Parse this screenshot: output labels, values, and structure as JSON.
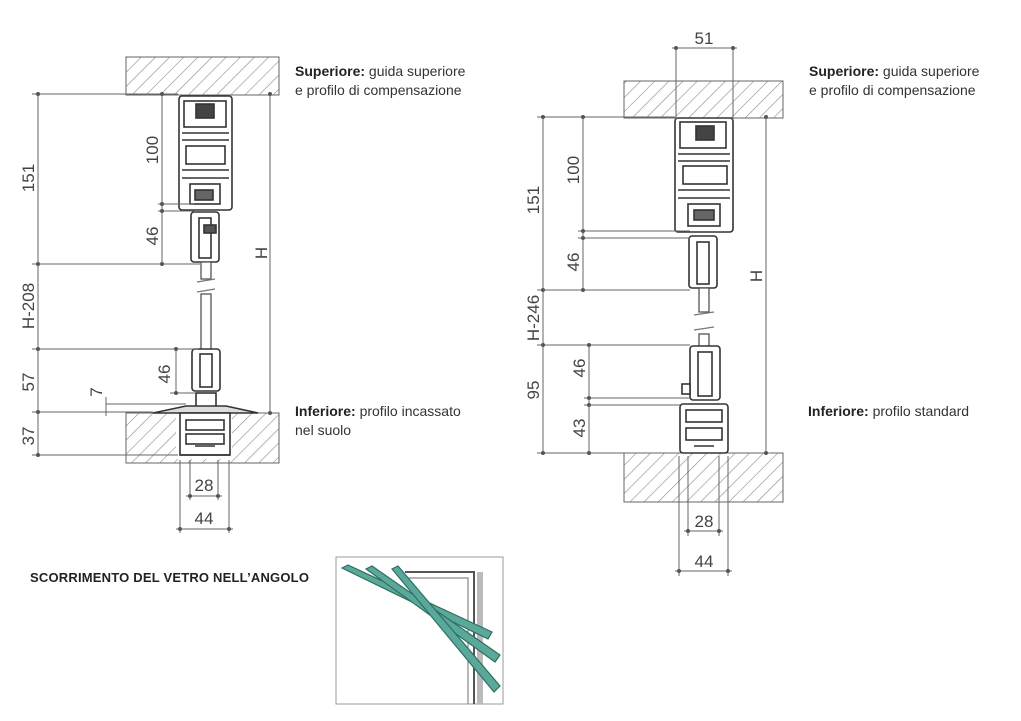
{
  "left_detail": {
    "dims": {
      "d151": "151",
      "d100": "100",
      "d46_top": "46",
      "d_H208": "H-208",
      "d57": "57",
      "d46_bottom": "46",
      "d7": "7",
      "d37": "37",
      "d28": "28",
      "d44": "44",
      "dH": "H"
    },
    "top_note": {
      "bold": "Superiore:",
      "line1": " guida superiore",
      "line2": "e profilo di compensazione"
    },
    "bottom_note": {
      "bold": "Inferiore:",
      "line1": " profilo incassato",
      "line2": "nel suolo"
    }
  },
  "right_detail": {
    "dims": {
      "d51": "51",
      "d151": "151",
      "d100": "100",
      "d46_top": "46",
      "d_H246": "H-246",
      "d95": "95",
      "d46_bottom": "46",
      "d43": "43",
      "d28": "28",
      "d44": "44",
      "dH": "H"
    },
    "top_note": {
      "bold": "Superiore:",
      "line1": " guida superiore",
      "line2": "e profilo di compensazione"
    },
    "bottom_note": {
      "bold": "Inferiore:",
      "line1": " profilo standard"
    }
  },
  "corner_section": {
    "heading": "SCORRIMENTO DEL VETRO NELL’ANGOLO"
  },
  "colors": {
    "line": "#555555",
    "hatch": "#888888",
    "glass": "#5aa89a",
    "glass_edge": "#2f6f63"
  }
}
